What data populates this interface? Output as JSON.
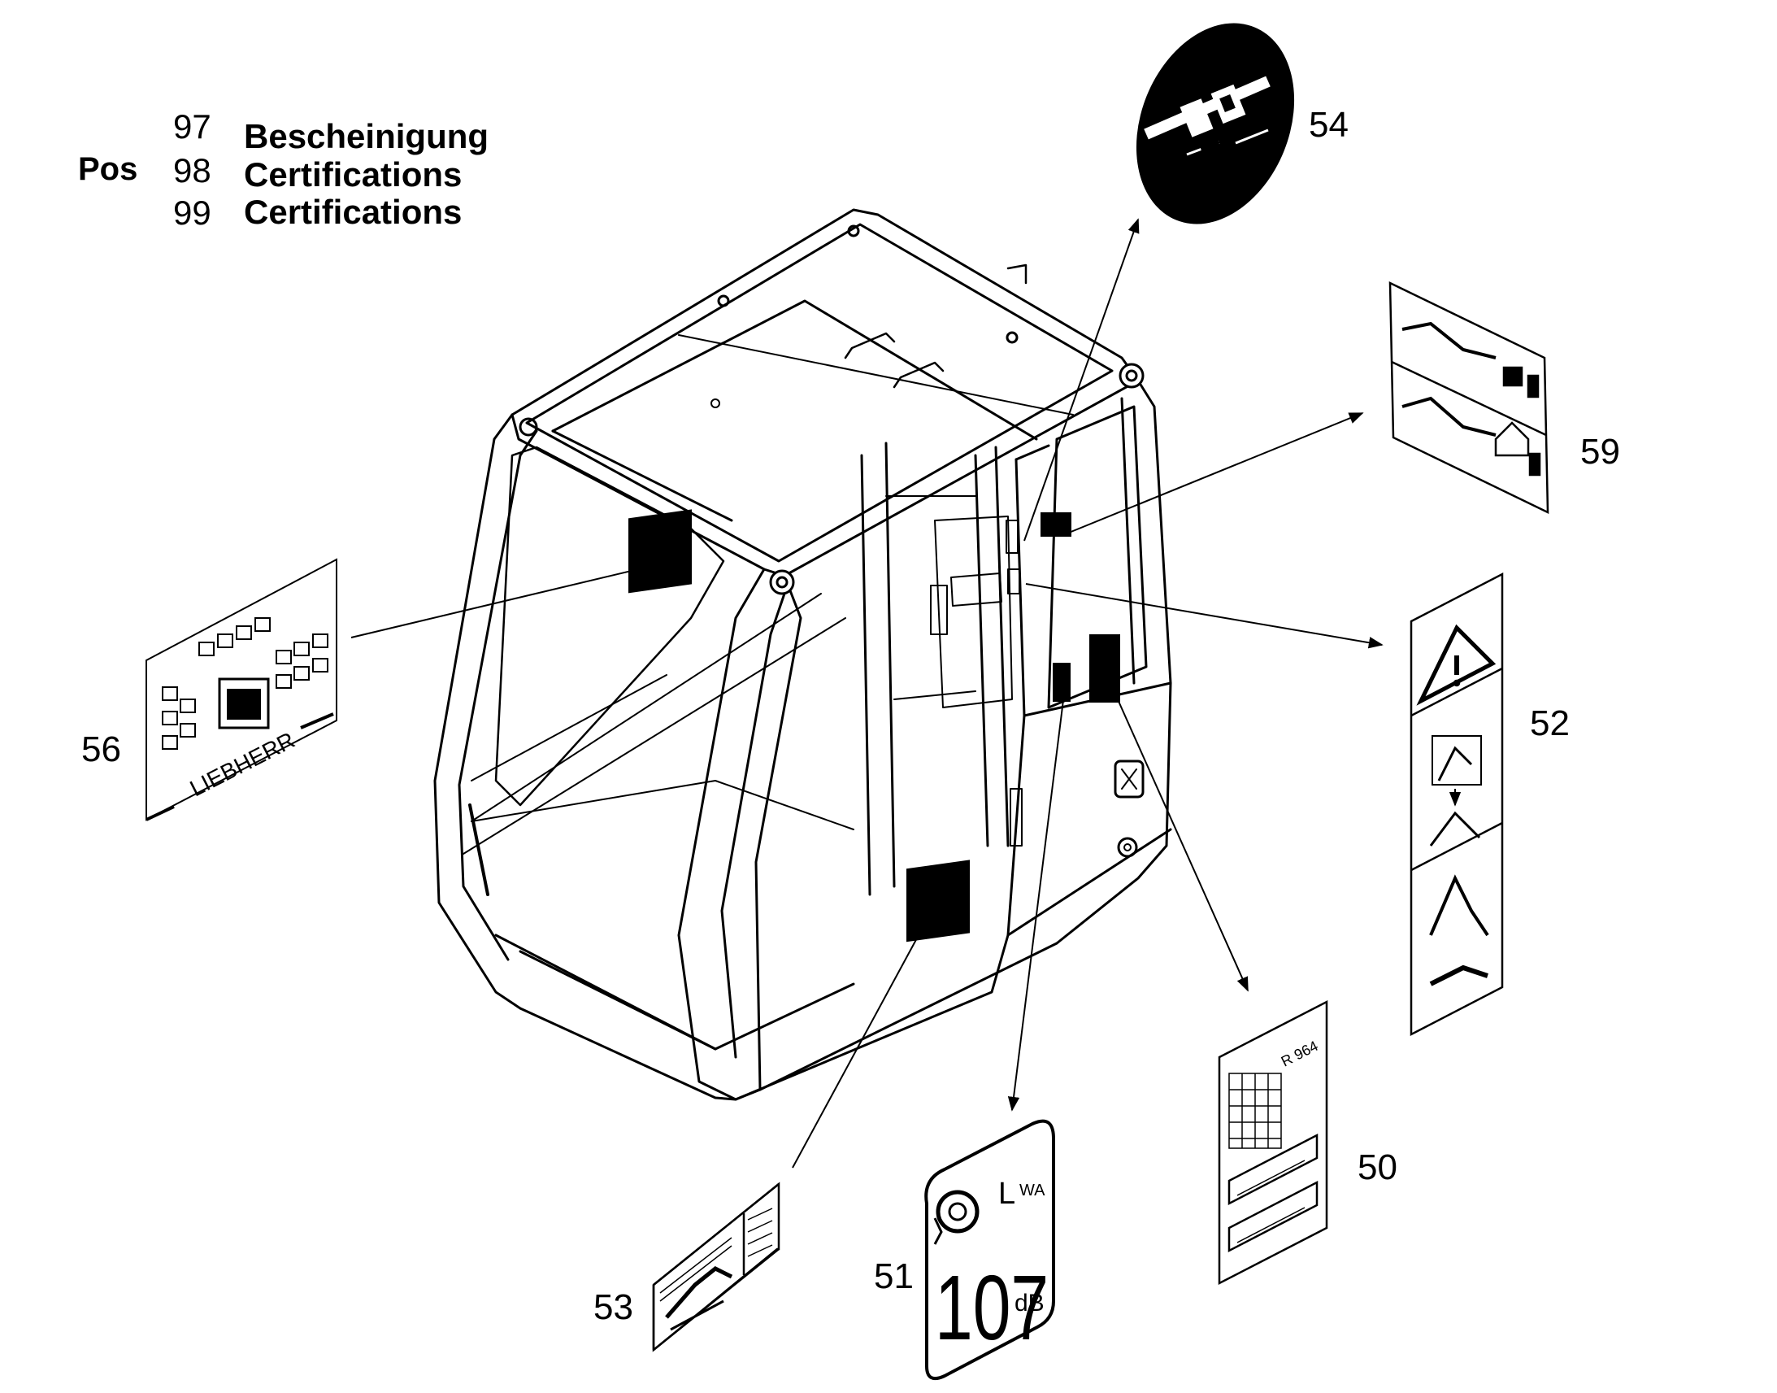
{
  "legend": {
    "pos_label": "Pos",
    "entries": [
      {
        "number": "97",
        "text": "Bescheinigung"
      },
      {
        "number": "98",
        "text": "Certifications"
      },
      {
        "number": "99",
        "text": "Certifications"
      }
    ]
  },
  "callouts": {
    "c54": "54",
    "c59": "59",
    "c52": "52",
    "c56": "56",
    "c50": "50",
    "c51": "51",
    "c53": "53"
  },
  "labels": {
    "brand": "LIEBHERR",
    "model": "R 964",
    "noise_symbol": "L",
    "noise_sub": "WA",
    "noise_value": "107",
    "noise_unit": "dB"
  },
  "colors": {
    "line": "#000000",
    "background": "#ffffff"
  }
}
